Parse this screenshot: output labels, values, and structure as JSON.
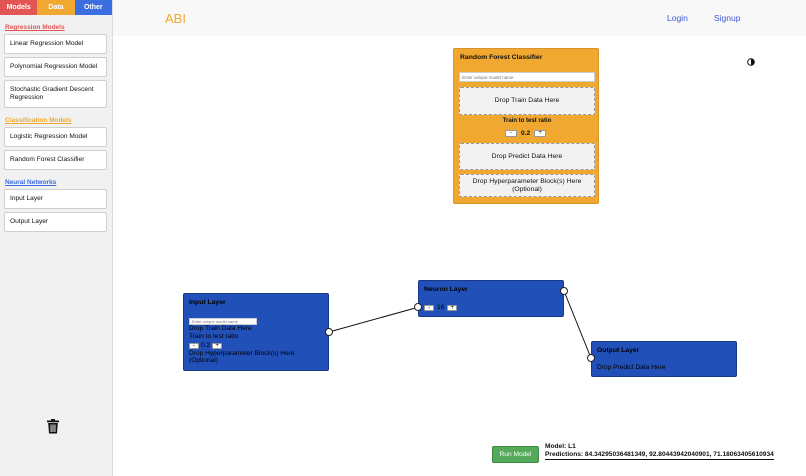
{
  "sidebar": {
    "tabs": [
      "Models",
      "Data",
      "Other"
    ],
    "sections": {
      "regression": "Regression Models",
      "classification": "Classification Models",
      "neural": "Neural Networks"
    },
    "regression_items": [
      "Linear Regression Model",
      "Polynomial Regression Model",
      "Stochastic Gradient Descent Regression"
    ],
    "classification_items": [
      "Logistic Regression Model",
      "Random Forest Classifier"
    ],
    "neural_items": [
      "Input Layer",
      "Output Layer"
    ],
    "trash_icon": "trash-icon"
  },
  "header": {
    "logo": "ABI",
    "login": "Login",
    "signup": "Signup",
    "theme_icon": "contrast-icon"
  },
  "random_forest": {
    "title": "Random Forest Classifier",
    "name_placeholder": "Enter unique model name",
    "drop_train": "Drop Train Data Here",
    "ratio_label": "Train to test ratio",
    "ratio_value": "0.2",
    "minus": "-",
    "plus": "+",
    "drop_predict": "Drop Predict Data Here",
    "drop_hyper": "Drop Hyperparameter Block(s) Here (Optional)"
  },
  "input_layer": {
    "title": "Input Layer",
    "name_placeholder": "Enter unique model name",
    "drop_train": "Drop Train Data Here",
    "ratio_label": "Train to test ratio",
    "ratio_value": "0.2",
    "minus": "-",
    "plus": "+",
    "drop_hyper": "Drop Hyperparameter Block(s) Here (Optional)"
  },
  "neuron_layer": {
    "title": "Neuron Layer",
    "value": "16",
    "minus": "-",
    "plus": "+"
  },
  "output_layer": {
    "title": "Output Layer",
    "drop_predict": "Drop Predict Data Here"
  },
  "footer": {
    "run_button": "Run Model",
    "model_line": "Model: L1",
    "predictions_line": "Predictions: 84.34295036481349, 92.80443942040901, 71.18063405610934"
  },
  "colors": {
    "models_tab": "#e15554",
    "data_tab": "#f0a830",
    "other_tab": "#3b6ee0",
    "node_blue": "#2150b8",
    "run_green": "#55a95a"
  }
}
